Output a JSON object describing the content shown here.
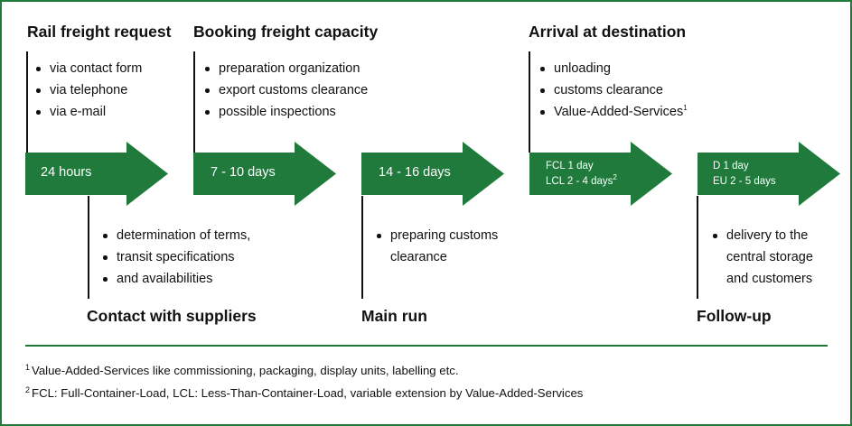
{
  "colors": {
    "accent_green": "#1f7a3c",
    "text": "#111111"
  },
  "top_stages": [
    {
      "title": "Rail freight request",
      "bullets": [
        "via contact form",
        "via telephone",
        "via e-mail"
      ]
    },
    {
      "title": "Booking freight capacity",
      "bullets": [
        "preparation organization",
        "export customs clearance",
        "possible inspections"
      ]
    },
    {
      "title": "Arrival at destination",
      "bullets": [
        "unloading",
        "customs clearance",
        "Value-Added-Services"
      ],
      "footnote_mark": "1"
    }
  ],
  "bottom_stages": [
    {
      "title": "Contact with suppliers",
      "bullets": [
        "determination of terms,",
        "transit specifications",
        "and availabilities"
      ]
    },
    {
      "title": "Main run",
      "bullets": [
        "preparing customs clearance"
      ]
    },
    {
      "title": "Follow-up",
      "bullets": [
        "delivery to the central storage and customers"
      ]
    }
  ],
  "arrows": [
    {
      "lines": [
        "24 hours"
      ]
    },
    {
      "lines": [
        "7 - 10 days"
      ]
    },
    {
      "lines": [
        "14 - 16 days"
      ]
    },
    {
      "lines": [
        "FCL 1 day",
        "LCL 2 - 4 days"
      ],
      "footnote_mark": "2"
    },
    {
      "lines": [
        "D 1 day",
        "EU 2 - 5 days"
      ]
    }
  ],
  "footnotes": [
    {
      "mark": "1",
      "text": "Value-Added-Services like commissioning, packaging, display units, labelling etc."
    },
    {
      "mark": "2",
      "text": "FCL: Full-Container-Load, LCL: Less-Than-Container-Load, variable extension by Value-Added-Services"
    }
  ]
}
